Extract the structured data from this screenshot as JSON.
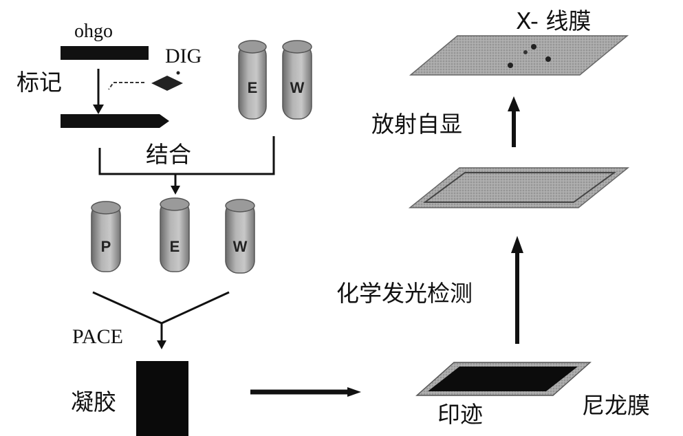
{
  "labels": {
    "oligo": "ohgo",
    "dig": "DIG",
    "label_step": "标记",
    "combine": "结合",
    "pace": "PACE",
    "gel": "凝胶",
    "blot": "印迹",
    "nylon": "尼龙膜",
    "chemi": "化学发光检测",
    "autorad": "放射自显",
    "xray": "X- 线膜"
  },
  "tubes_top": [
    "E",
    "W"
  ],
  "tubes_bottom": [
    "P",
    "E",
    "W"
  ]
}
